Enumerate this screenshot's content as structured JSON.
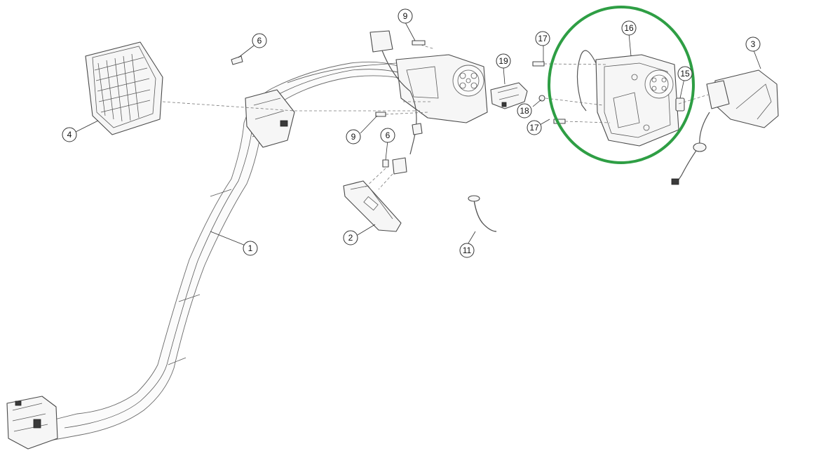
{
  "callouts": {
    "c1": "1",
    "c2": "2",
    "c3": "3",
    "c4": "4",
    "c6a": "6",
    "c6b": "6",
    "c9a": "9",
    "c9b": "9",
    "c11": "11",
    "c15": "15",
    "c16": "16",
    "c17a": "17",
    "c17b": "17",
    "c18": "18",
    "c19": "19"
  },
  "colors": {
    "highlight": "#2e9e44",
    "line": "#4a4a4a",
    "background": "#ffffff"
  }
}
